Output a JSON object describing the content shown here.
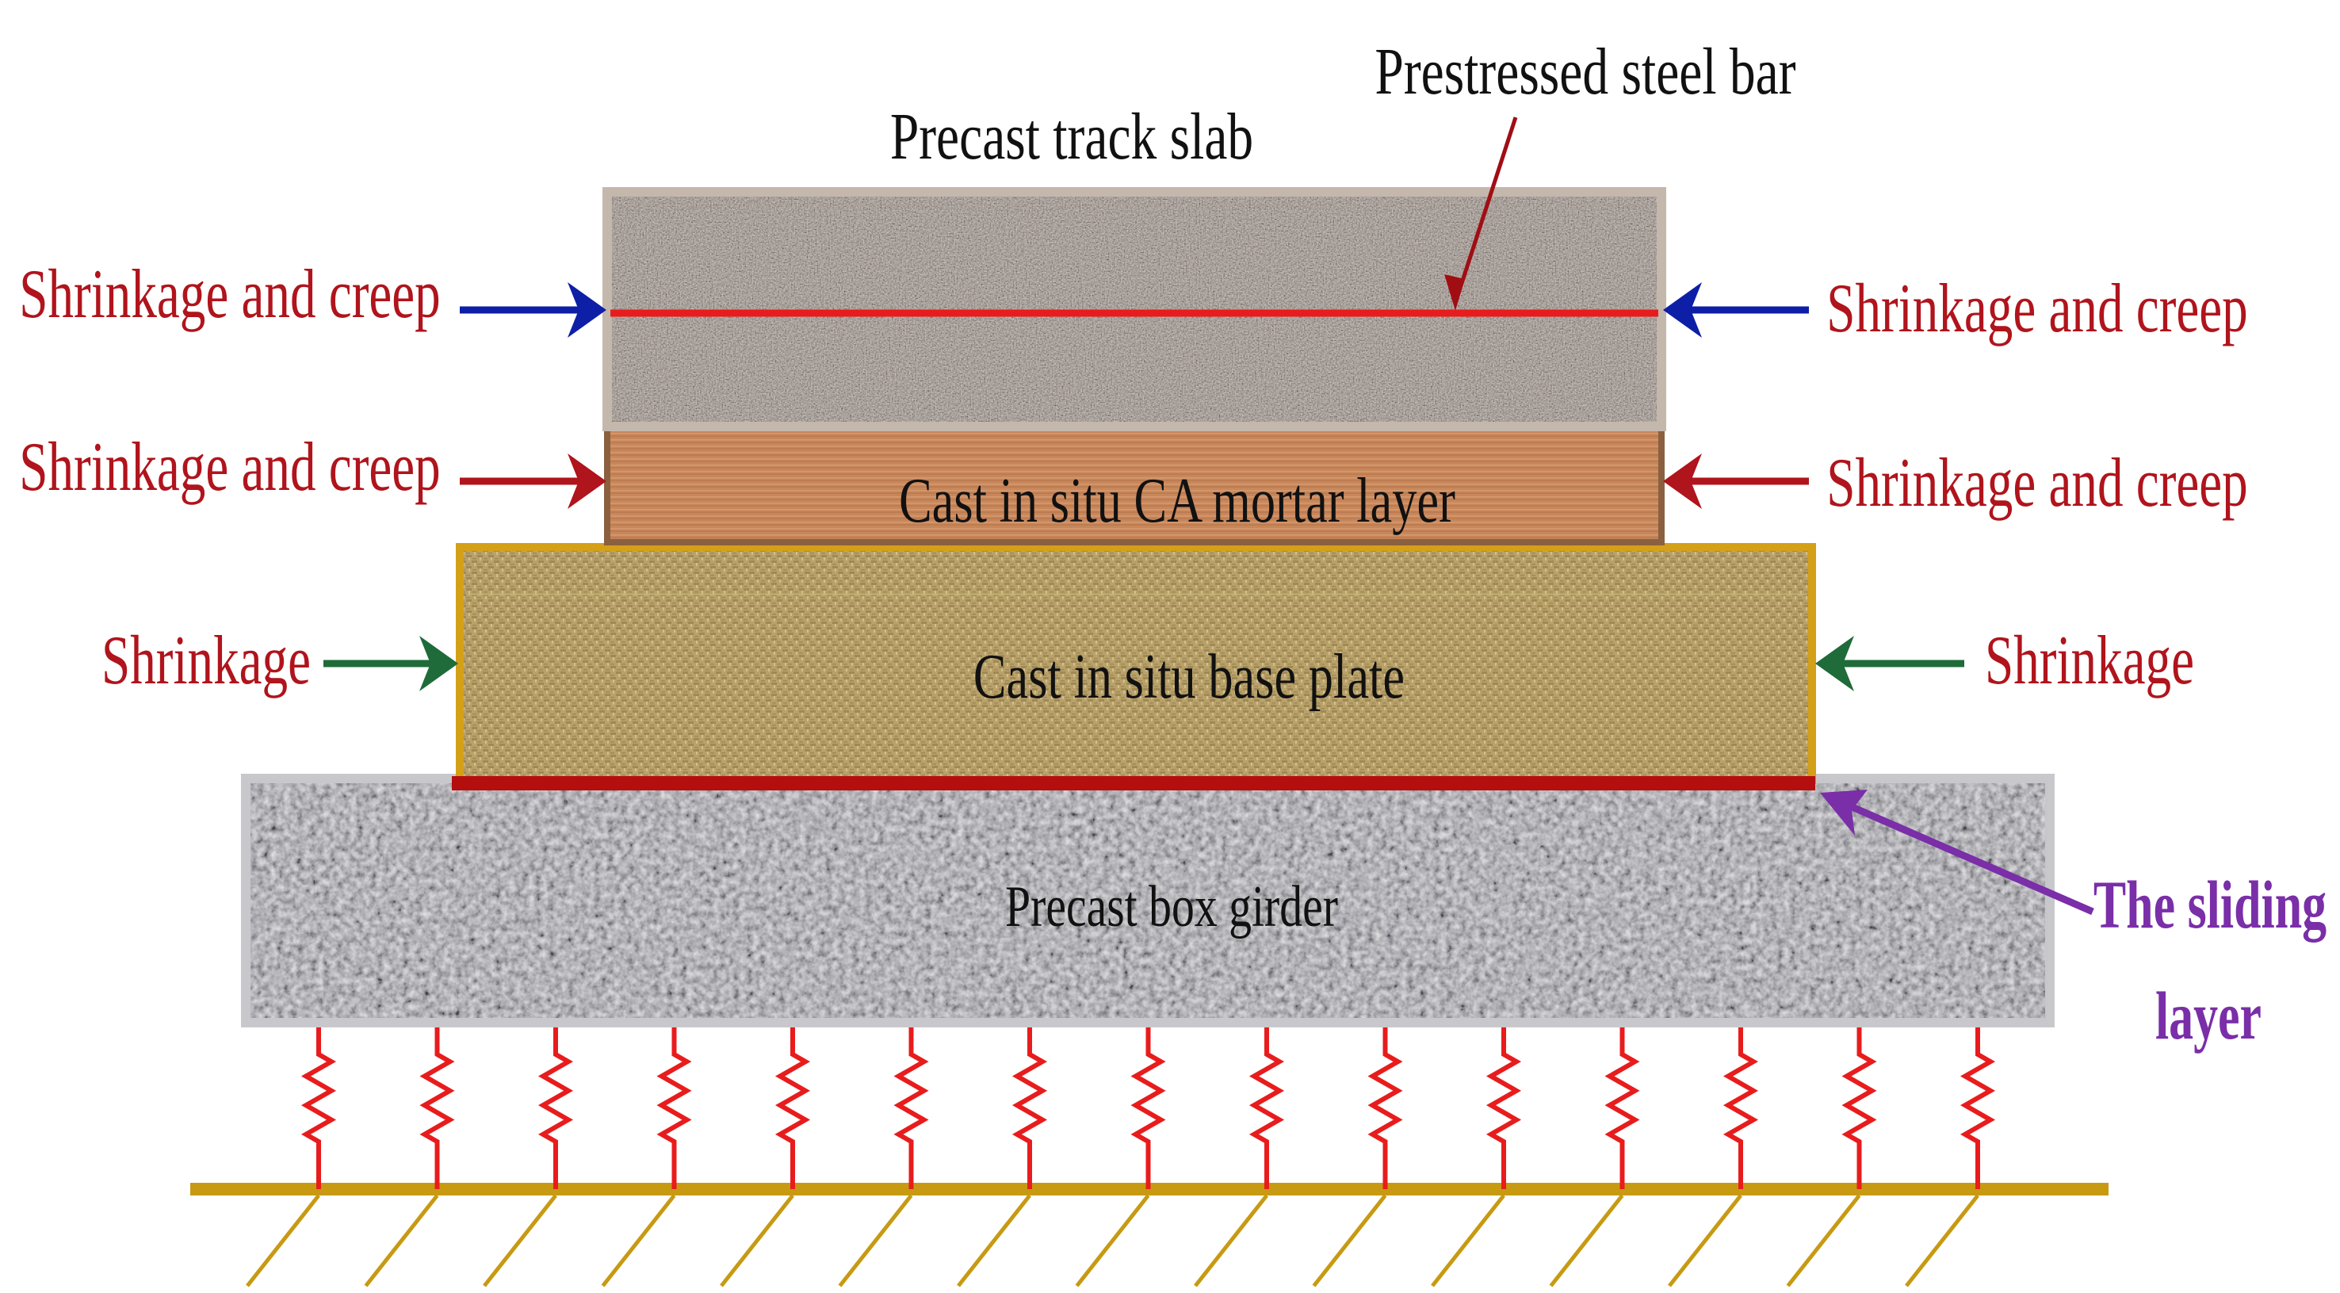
{
  "labels": {
    "track_slab": "Precast track slab",
    "steel_bar": "Prestressed steel bar",
    "mortar_layer": "Cast in situ CA mortar layer",
    "base_plate": "Cast in situ base plate",
    "box_girder": "Precast box girder",
    "sliding_layer_line1": "The sliding",
    "sliding_layer_line2": "layer",
    "slab_left": "Shrinkage and creep",
    "slab_right": "Shrinkage and creep",
    "mortar_left": "Shrinkage and creep",
    "mortar_right": "Shrinkage and creep",
    "base_left": "Shrinkage",
    "base_right": "Shrinkage"
  },
  "colors": {
    "load_text": "#b0141c",
    "sliding_text": "#7a2ea8",
    "blue_arrow": "#0d1fa6",
    "red_arrow": "#b0141c",
    "green_arrow": "#1f6b3a",
    "purple_arrow": "#7a2ea8",
    "steel_bar": "#e81c1c",
    "sliding_line": "#b50e0e",
    "spring": "#e81c1c",
    "ground": "#c79a12",
    "slab_fill": "#9e928b",
    "slab_border": "#c4b8ad",
    "mortar_fill": "#c8875a",
    "mortar_border": "#8a6040",
    "base_fill": "#b8a271",
    "base_border": "#d4a017",
    "girder_fill": "#a8a8ad",
    "girder_border": "#c8c8cc"
  },
  "springs": {
    "count": 15
  }
}
